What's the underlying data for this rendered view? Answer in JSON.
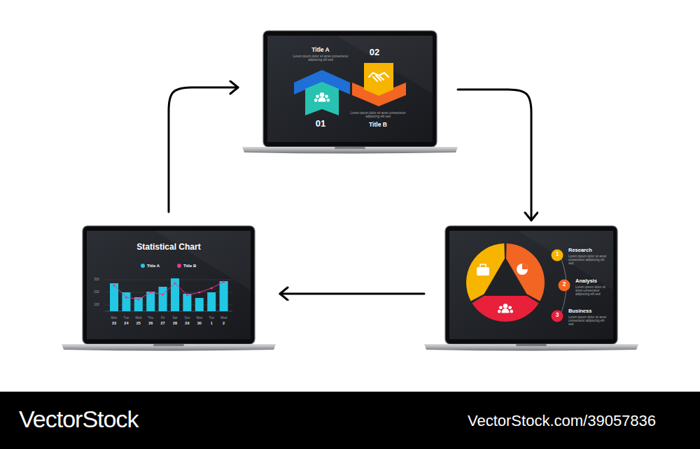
{
  "diagram": {
    "nodes": [
      {
        "text": [
          "Title A",
          "Lorem ipsum dolor sit amet consectetur adipiscing elit sed",
          "02",
          "01",
          "Lorem ipsum dolor sit amet consectetur adipiscing elit sed",
          "Title B"
        ]
      },
      {
        "text": [
          "Research",
          "Lorem ipsum dolor sit amet consectetur adipiscing elit sed",
          "Analysis",
          "Lorem ipsum dolor sit amet consectetur adipiscing elit sed",
          "Business",
          "Lorem ipsum dolor sit amet consectetur adipiscing elit sed",
          "1",
          "2",
          "3"
        ]
      },
      {
        "text": [
          "Statistical Chart"
        ]
      }
    ],
    "edges": [
      {
        "from": 0,
        "to": 1,
        "arrow": "to"
      },
      {
        "from": 1,
        "to": 2,
        "arrow": "to"
      },
      {
        "from": 2,
        "to": 0,
        "arrow": "to"
      }
    ],
    "labels": [
      "300",
      "200",
      "100",
      "Mon",
      "Tue",
      "Wed",
      "Thu",
      "Fri",
      "Sat",
      "Sun",
      "Mon",
      "Tue",
      "Wed",
      "23",
      "24",
      "25",
      "26",
      "27",
      "28",
      "29",
      "30",
      "1",
      "2",
      "VectorStock",
      "VectorStock.com/39057836"
    ],
    "legend": [
      {
        "text": "Title A",
        "color": "#22c7e4"
      },
      {
        "text": "Title B",
        "color": "#e8368f"
      }
    ]
  }
}
